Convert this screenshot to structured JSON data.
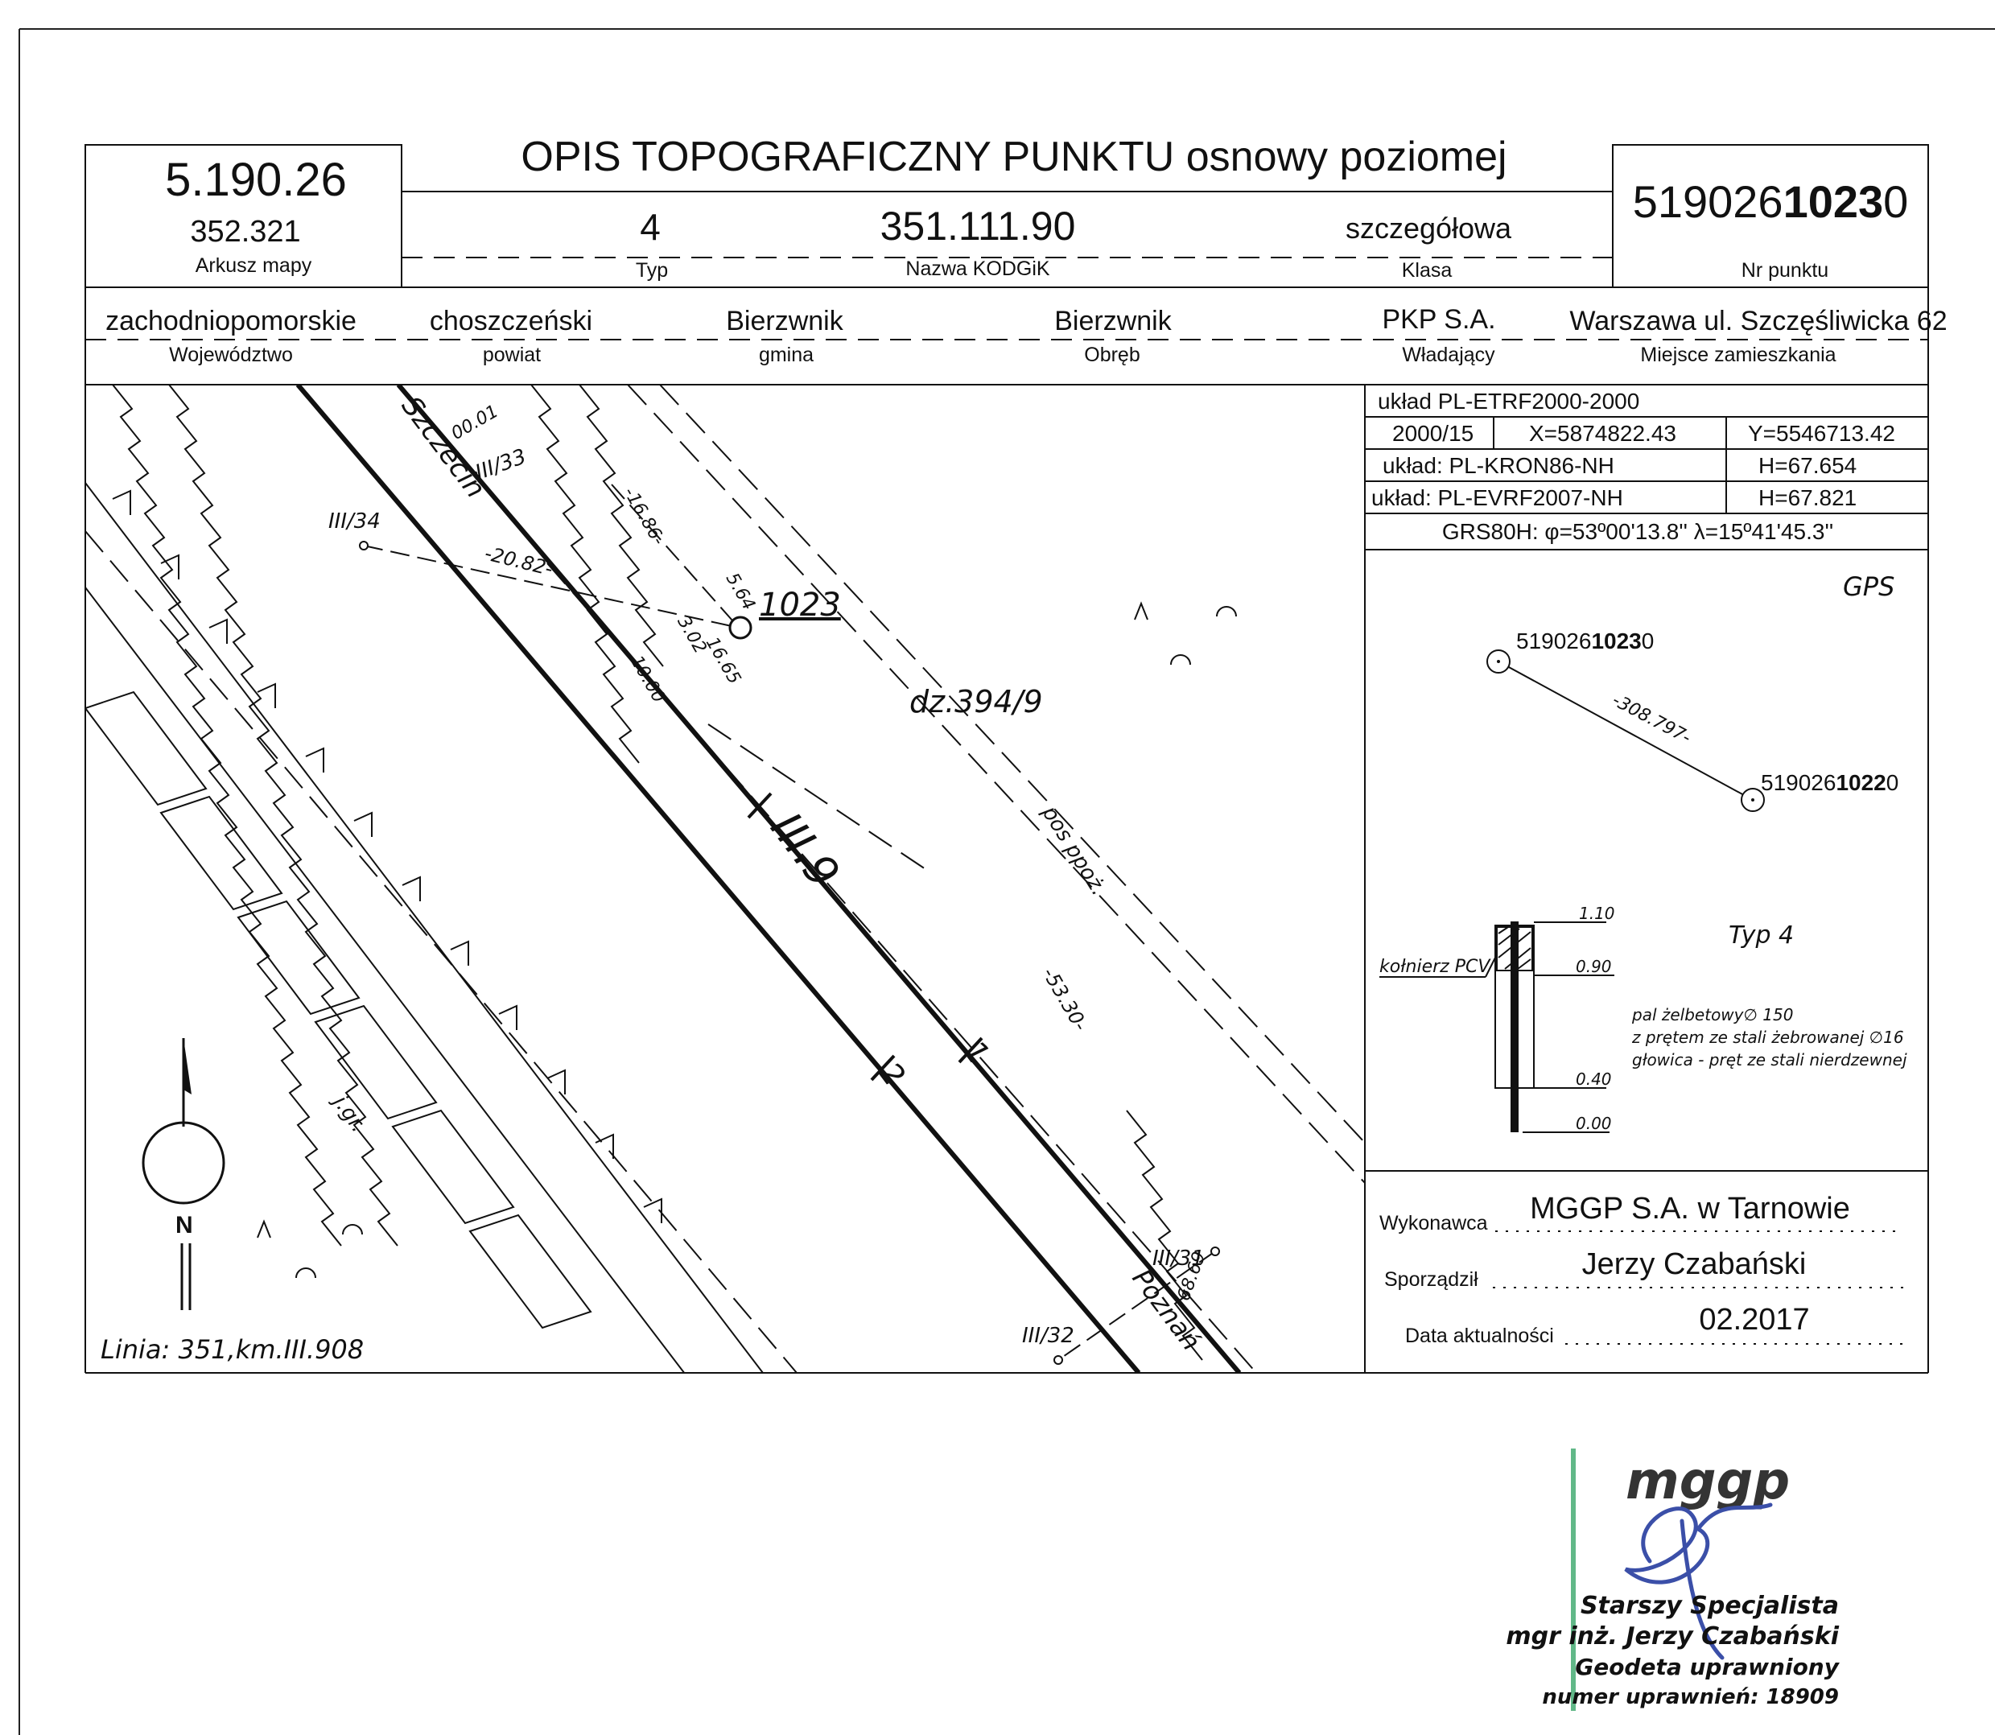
{
  "title": "OPIS TOPOGRAFICZNY PUNKTU osnowy poziomej",
  "sheet": {
    "number": "5.190.26",
    "map_sheet": "352.321",
    "map_sheet_label": "Arkusz mapy"
  },
  "point": {
    "nr_prefix": "519026",
    "nr_bold": "1023",
    "nr_suffix": "0",
    "nr_label": "Nr punktu"
  },
  "header": {
    "typ": "4",
    "typ_label": "Typ",
    "kodgik": "351.111.90",
    "kodgik_label": "Nazwa KODGiK",
    "klasa": "szczegółowa",
    "klasa_label": "Klasa"
  },
  "admin": {
    "wojewodztwo": "zachodniopomorskie",
    "wojewodztwo_label": "Województwo",
    "powiat": "choszczeński",
    "powiat_label": "powiat",
    "gmina": "Bierzwnik",
    "gmina_label": "gmina",
    "obreb": "Bierzwnik",
    "obreb_label": "Obręb",
    "wladajacy": "PKP S.A.",
    "wladajacy_label": "Władający",
    "adres": "Warszawa ul. Szczęśliwicka 62",
    "adres_label": "Miejsce zamieszkania"
  },
  "coords": {
    "system": "układ PL-ETRF2000-2000",
    "zone": "2000/15",
    "x": "X=5874822.43",
    "y": "Y=5546713.42",
    "kron_label": "układ: PL-KRON86-NH",
    "kron_h": "H=67.654",
    "evrf_label": "układ: PL-EVRF2007-NH",
    "evrf_h": "H=67.821",
    "grs": "GRS80H: φ=53º00'13.8'' λ=15º41'45.3''"
  },
  "gps": {
    "label": "GPS",
    "pt1": {
      "prefix": "519026",
      "bold": "1023",
      "suffix": "0"
    },
    "pt2": {
      "prefix": "519026",
      "bold": "1022",
      "suffix": "0"
    },
    "distance": "-308.797-"
  },
  "mark_type": {
    "label": "Typ 4",
    "flange": "kołnierz PCV",
    "levels": [
      "1.10",
      "0.90",
      "0.40",
      "0.00"
    ],
    "desc": [
      "pal żelbetowy∅ 150",
      "z prętem ze stali żebrowanej ∅16",
      "głowica - pręt ze stali nierdzewnej"
    ]
  },
  "sketch": {
    "point": "1023",
    "parcel": "dz.394/9",
    "track1": "III.9",
    "track2": "2",
    "track3": "1",
    "pos": "pos ppoż.",
    "jgr": "j.gr.",
    "szczecin": "Szczecin",
    "poznan": "Poznań",
    "linia": "Linia: 351,km.III.908",
    "north": "N",
    "refs": [
      "III/34",
      "III/33",
      "III/31",
      "III/32"
    ],
    "dims": [
      "-20.82-",
      "-16.86-",
      "5.64",
      "3.02",
      "16.65",
      "10.00",
      "00.01",
      "-53.30-",
      "68.69"
    ]
  },
  "footer": {
    "wykonawca_label": "Wykonawca",
    "wykonawca": "MGGP S.A.  w Tarnowie",
    "sporzadzil_label": "Sporządził",
    "sporzadzil": "Jerzy Czabański",
    "data_label": "Data aktualności",
    "data": "02.2017"
  },
  "stamp": {
    "logo": "mggp",
    "lines": [
      "Starszy Specjalista",
      "mgr inż. Jerzy Czabański",
      "Geodeta uprawniony",
      "numer uprawnień: 18909"
    ],
    "color": "#3aa66a"
  },
  "colors": {
    "ink": "#111111",
    "stamp": "#3aa66a",
    "stamp_sig": "#3b4fa8"
  }
}
